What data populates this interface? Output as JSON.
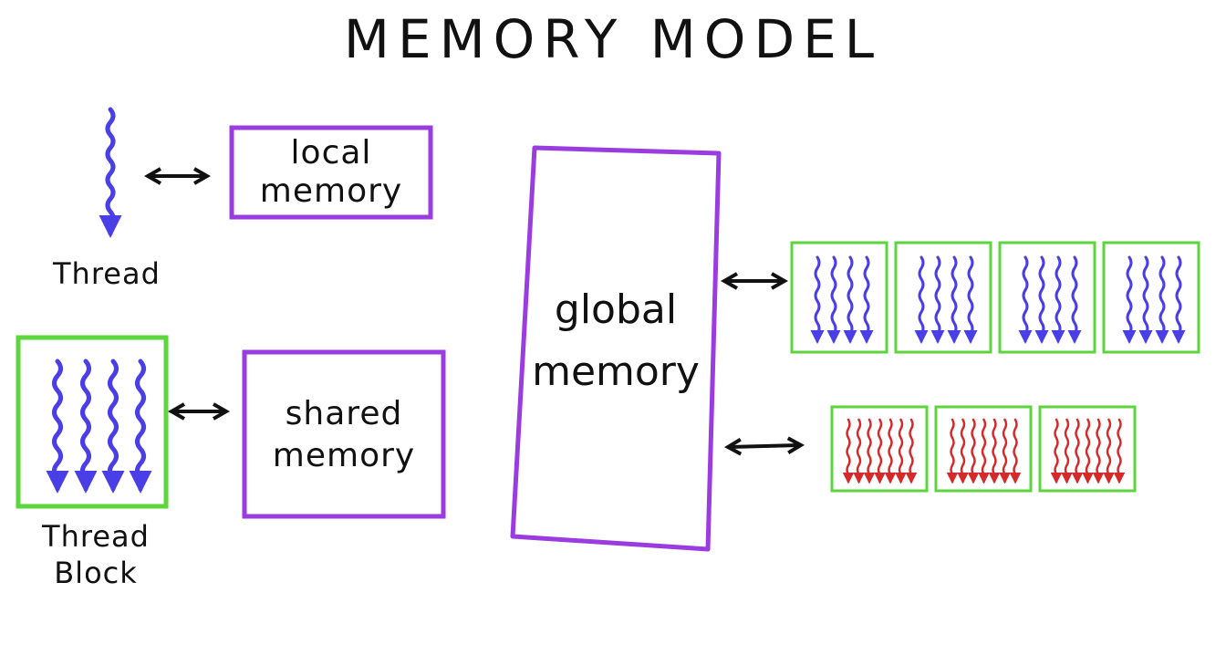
{
  "title": "MEMORY MODEL",
  "labels": {
    "thread": "Thread",
    "thread_block_line1": "Thread",
    "thread_block_line2": "Block",
    "local_memory_line1": "local",
    "local_memory_line2": "memory",
    "shared_memory_line1": "shared",
    "shared_memory_line2": "memory",
    "global_memory_line1": "global",
    "global_memory_line2": "memory"
  },
  "colors": {
    "memory_box": "#9b3ce0",
    "block_box": "#5cd63c",
    "thread_blue": "#4a3ee6",
    "thread_red": "#d42a2a",
    "ink": "#111111",
    "background": "#ffffff"
  },
  "grids": {
    "blue_blocks": 4,
    "blue_threads_per_block": 4,
    "red_blocks": 3,
    "red_threads_per_block": 7
  }
}
